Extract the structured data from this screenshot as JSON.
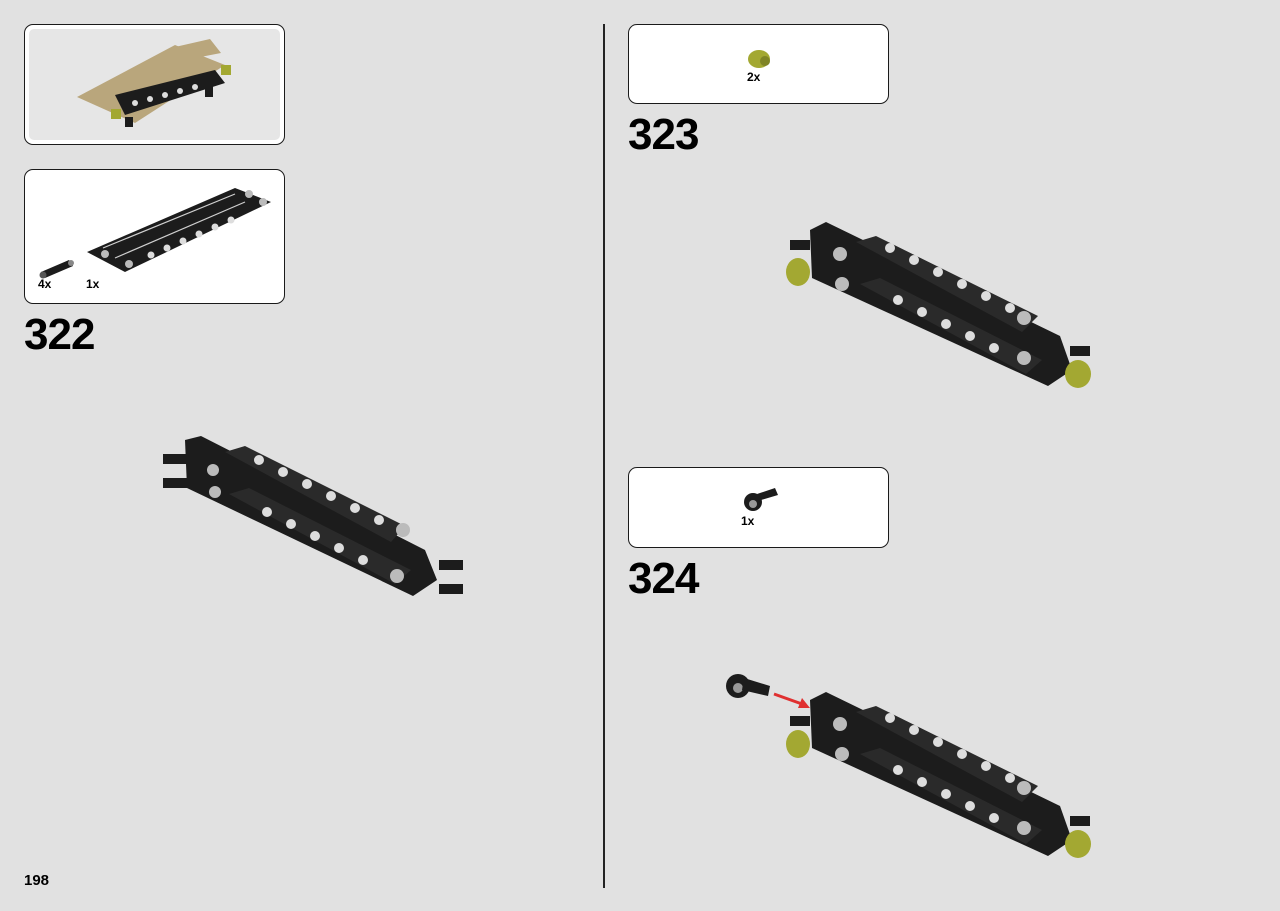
{
  "page_number": "198",
  "steps": [
    {
      "number": "322",
      "parts": [
        {
          "qty": "4x",
          "icon": "axle-pin-icon"
        },
        {
          "qty": "1x",
          "icon": "beam-frame-icon"
        }
      ]
    },
    {
      "number": "323",
      "parts": [
        {
          "qty": "2x",
          "icon": "lime-bush-icon"
        }
      ]
    },
    {
      "number": "324",
      "parts": [
        {
          "qty": "1x",
          "icon": "axle-connector-icon"
        }
      ]
    }
  ],
  "colors": {
    "background": "#e1e1e1",
    "part_black": "#1c1c1c",
    "part_lime": "#a3a832",
    "part_tan": "#b9a67c",
    "arrow_red": "#e03030"
  }
}
